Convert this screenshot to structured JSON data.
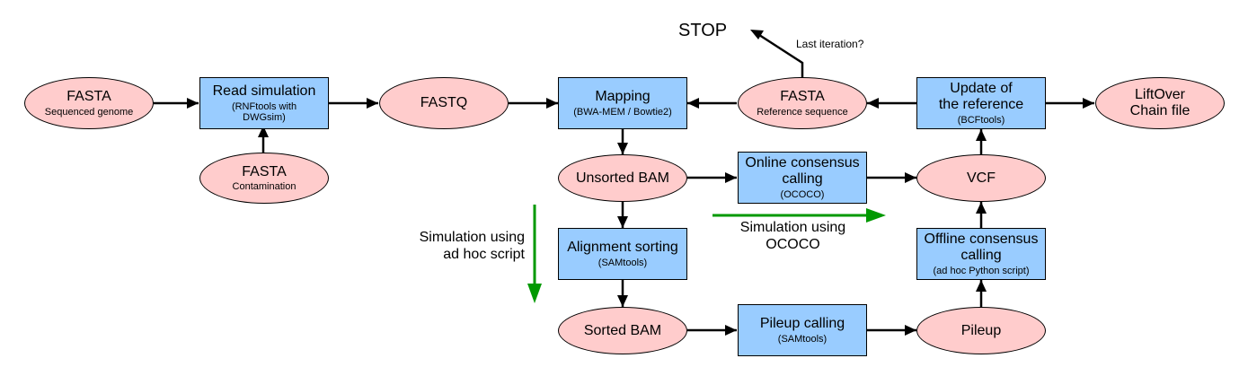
{
  "colors": {
    "ellipse_fill": "#ffcccc",
    "box_fill": "#99ccff",
    "edge": "#000000",
    "simulation_arrow": "#009900"
  },
  "nodes": {
    "fasta_genome": {
      "title": "FASTA",
      "subtitle": "Sequenced genome"
    },
    "read_sim": {
      "line1": "Read simulation",
      "line2": "(RNFtools with",
      "line3": "DWGsim)"
    },
    "fasta_contam": {
      "title": "FASTA",
      "subtitle": "Contamination"
    },
    "fastq": {
      "title": "FASTQ"
    },
    "mapping": {
      "title": "Mapping",
      "subtitle": "(BWA-MEM / Bowtie2)"
    },
    "fasta_ref": {
      "title": "FASTA",
      "subtitle": "Reference sequence"
    },
    "update_ref": {
      "line1": "Update of",
      "line2": "the reference",
      "line3": "(BCFtools)"
    },
    "liftover": {
      "line1": "LiftOver",
      "line2": "Chain file"
    },
    "unsorted_bam": {
      "title": "Unsorted BAM"
    },
    "online_consensus": {
      "line1": "Online consensus",
      "line2": "calling",
      "line3": "(OCOCO)"
    },
    "vcf": {
      "title": "VCF"
    },
    "alignment_sorting": {
      "title": "Alignment sorting",
      "subtitle": "(SAMtools)"
    },
    "offline_consensus": {
      "line1": "Offline consensus",
      "line2": "calling",
      "line3": "(ad hoc Python script)"
    },
    "sorted_bam": {
      "title": "Sorted BAM"
    },
    "pileup_calling": {
      "title": "Pileup calling",
      "subtitle": "(SAMtools)"
    },
    "pileup": {
      "title": "Pileup"
    }
  },
  "labels": {
    "stop": "STOP",
    "last_iteration": "Last iteration?",
    "sim_adhoc": {
      "line1": "Simulation using",
      "line2": "ad hoc script"
    },
    "sim_ococo": {
      "line1": "Simulation using",
      "line2": "OCOCO"
    }
  }
}
